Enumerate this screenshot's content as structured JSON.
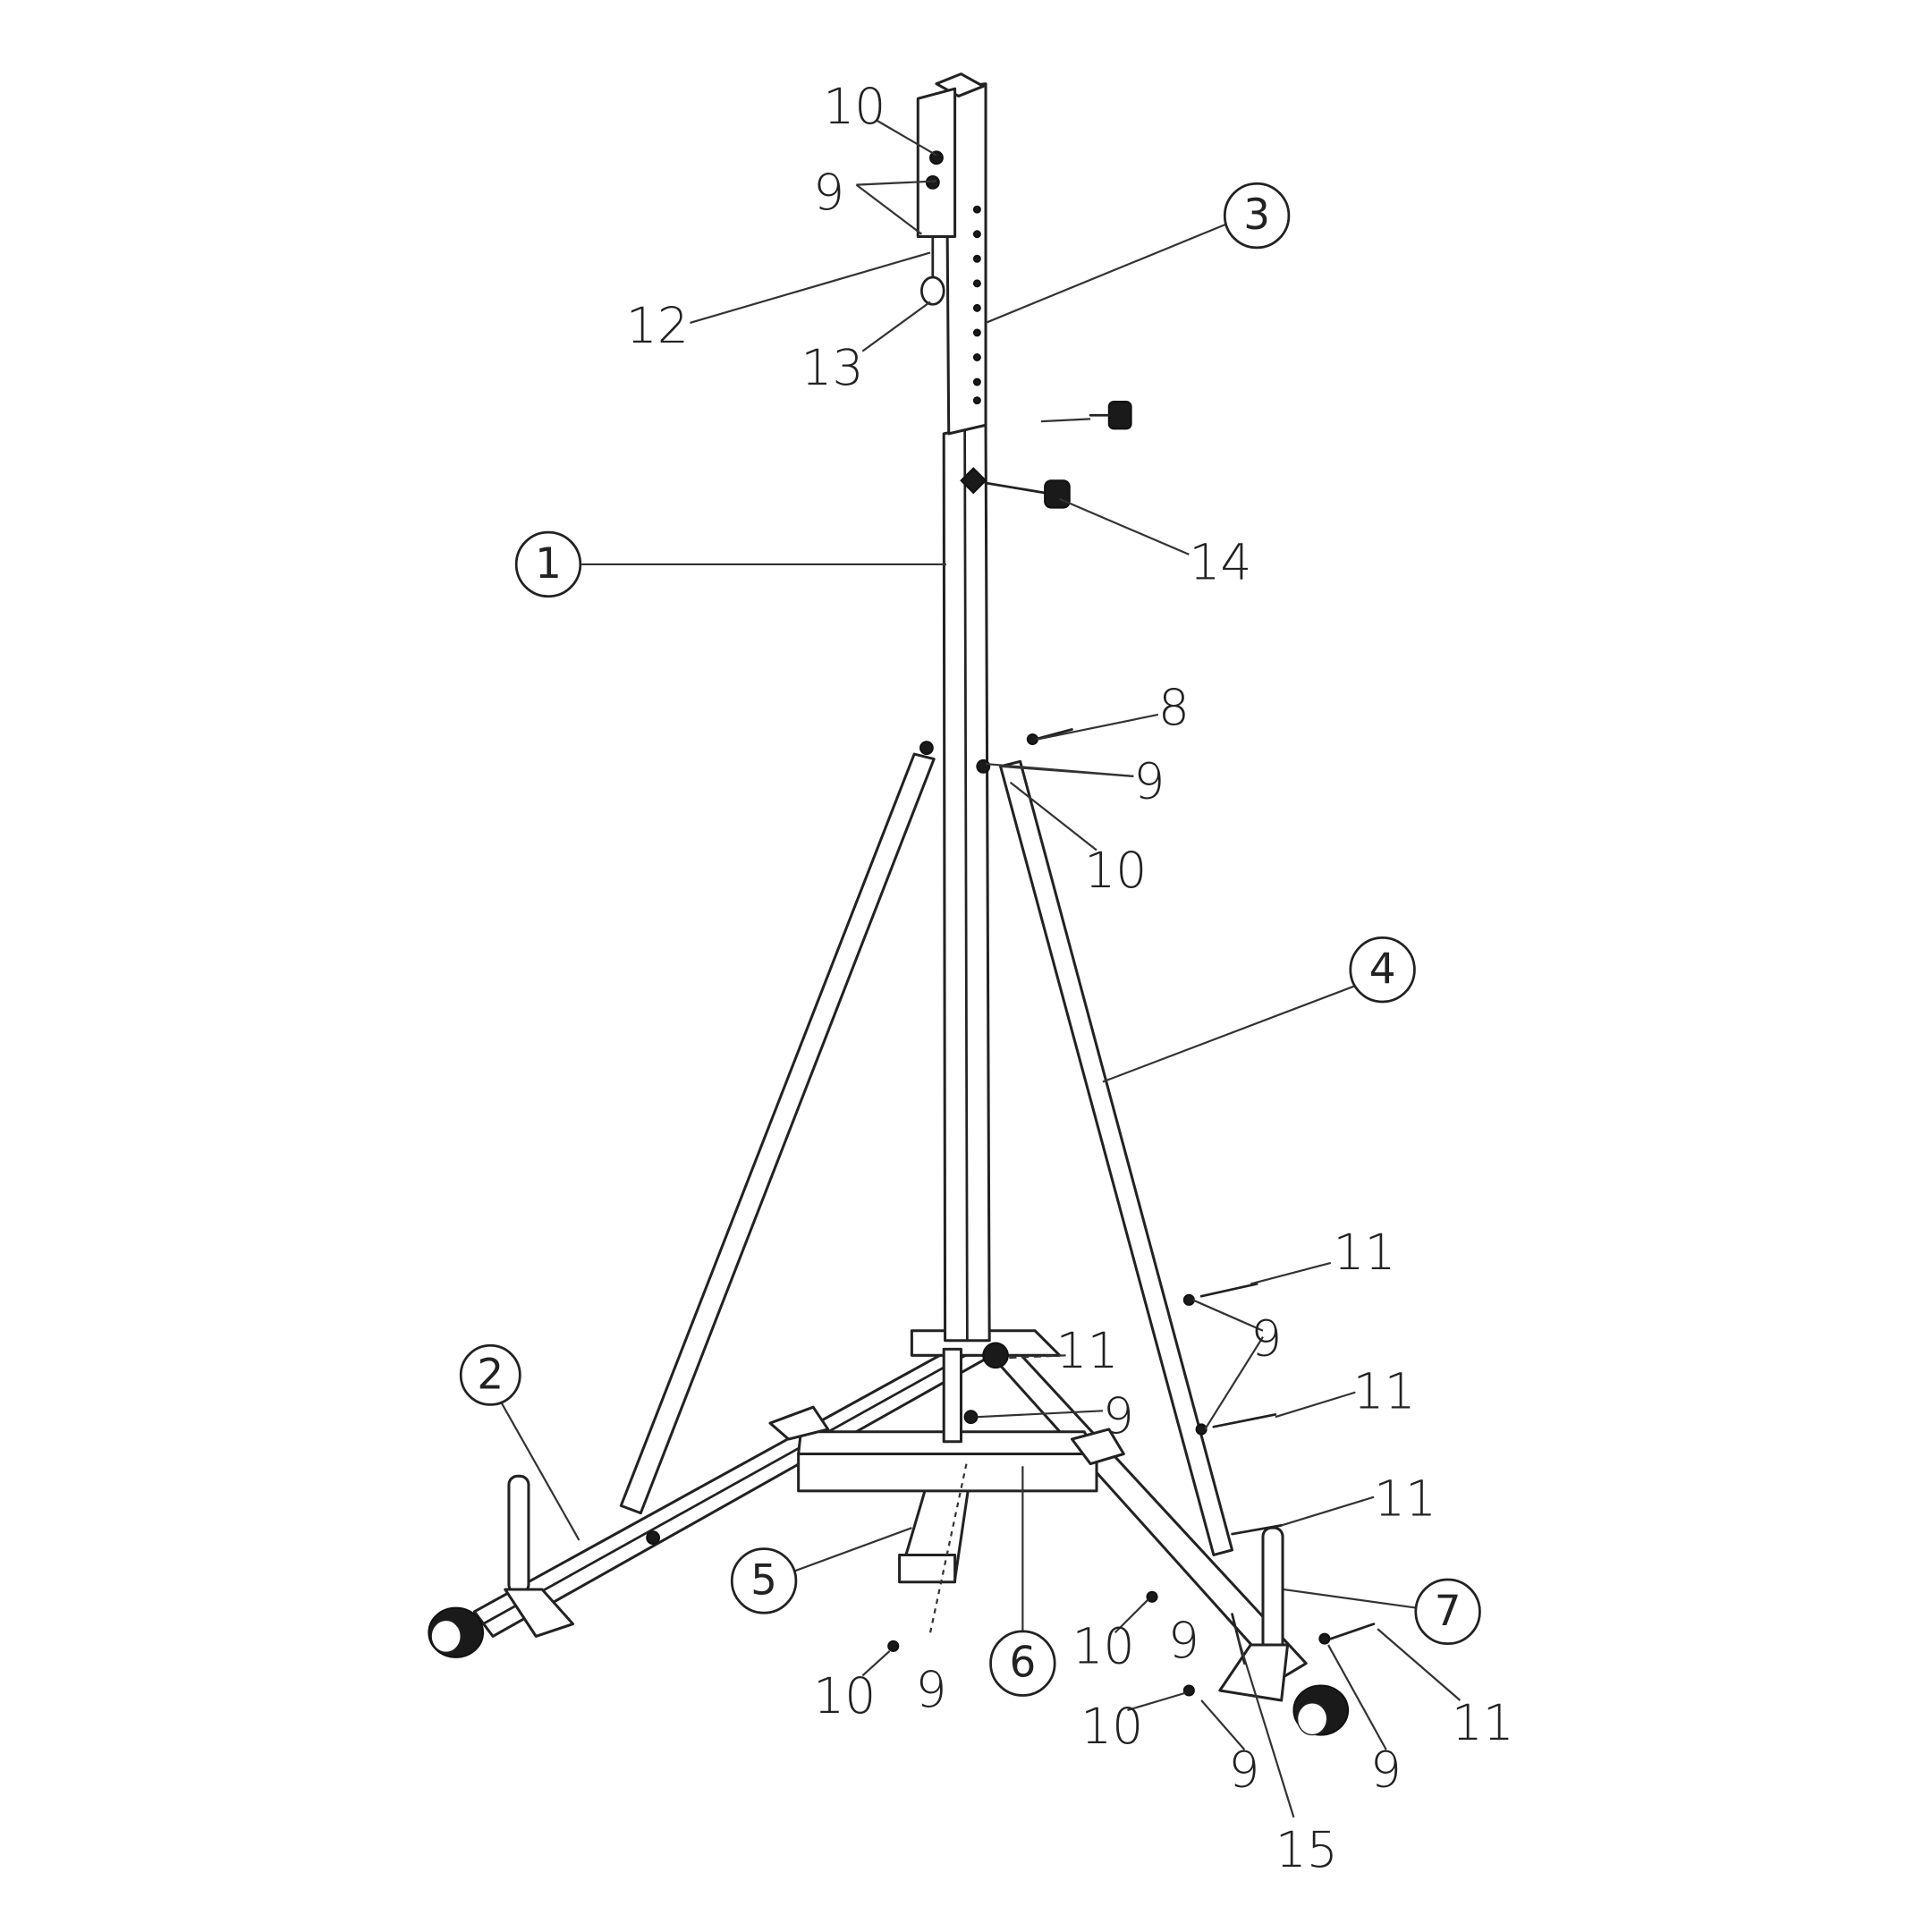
{
  "title": "Exploded assembly diagram of adjustable punching bag stand",
  "part_callouts": [
    "1",
    "2",
    "3",
    "4",
    "5",
    "6",
    "7"
  ],
  "hardware_labels": {
    "top_10": "10",
    "top_9": "9",
    "top_12": "12",
    "top_13": "13",
    "knob_14": "14",
    "mid_8": "8",
    "mid_9": "9",
    "mid_10": "10",
    "r_11a": "11",
    "r_9a": "9",
    "c_11": "11",
    "c_9": "9",
    "r_11b": "11",
    "r_11c": "11",
    "bl_10": "10",
    "bl_9": "9",
    "br_10a": "10",
    "br_9a": "9",
    "br_10b": "10",
    "br_9b": "9",
    "br_11": "11",
    "br_9c": "9",
    "pin_15": "15"
  }
}
